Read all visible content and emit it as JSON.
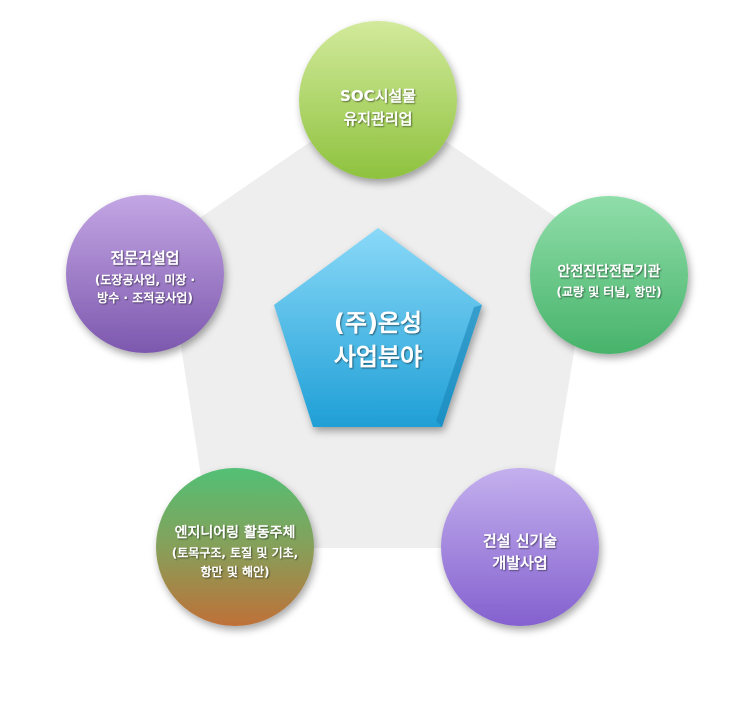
{
  "center": {
    "line1": "(주)온성",
    "line2": "사업분야"
  },
  "nodes": {
    "top": {
      "line1": "SOC시설물",
      "line2": "유지관리업"
    },
    "left": {
      "line1": "전문건설업",
      "line2": "(도장공사업, 미장 ·",
      "line3": "방수 · 조적공사업)"
    },
    "right": {
      "line1": "안전진단전문기관",
      "line2": "(교량 및 터널, 항만)"
    },
    "bottom_left": {
      "line1": "엔지니어링 활동주체",
      "line2": "(토목구조, 토질 및 기초,",
      "line3": "항만 및 해안)"
    },
    "bottom_right": {
      "line1": "건설 신기술",
      "line2": "개발사업"
    }
  },
  "colors": {
    "background_pentagon": "#eeeeee",
    "center": "#3aaee0",
    "top": "#a8cf5a",
    "left": "#9b78c8",
    "right": "#5dc57f",
    "bottom_left_top": "#52c075",
    "bottom_left_bottom": "#b8763f",
    "bottom_right": "#9c7fdb"
  }
}
